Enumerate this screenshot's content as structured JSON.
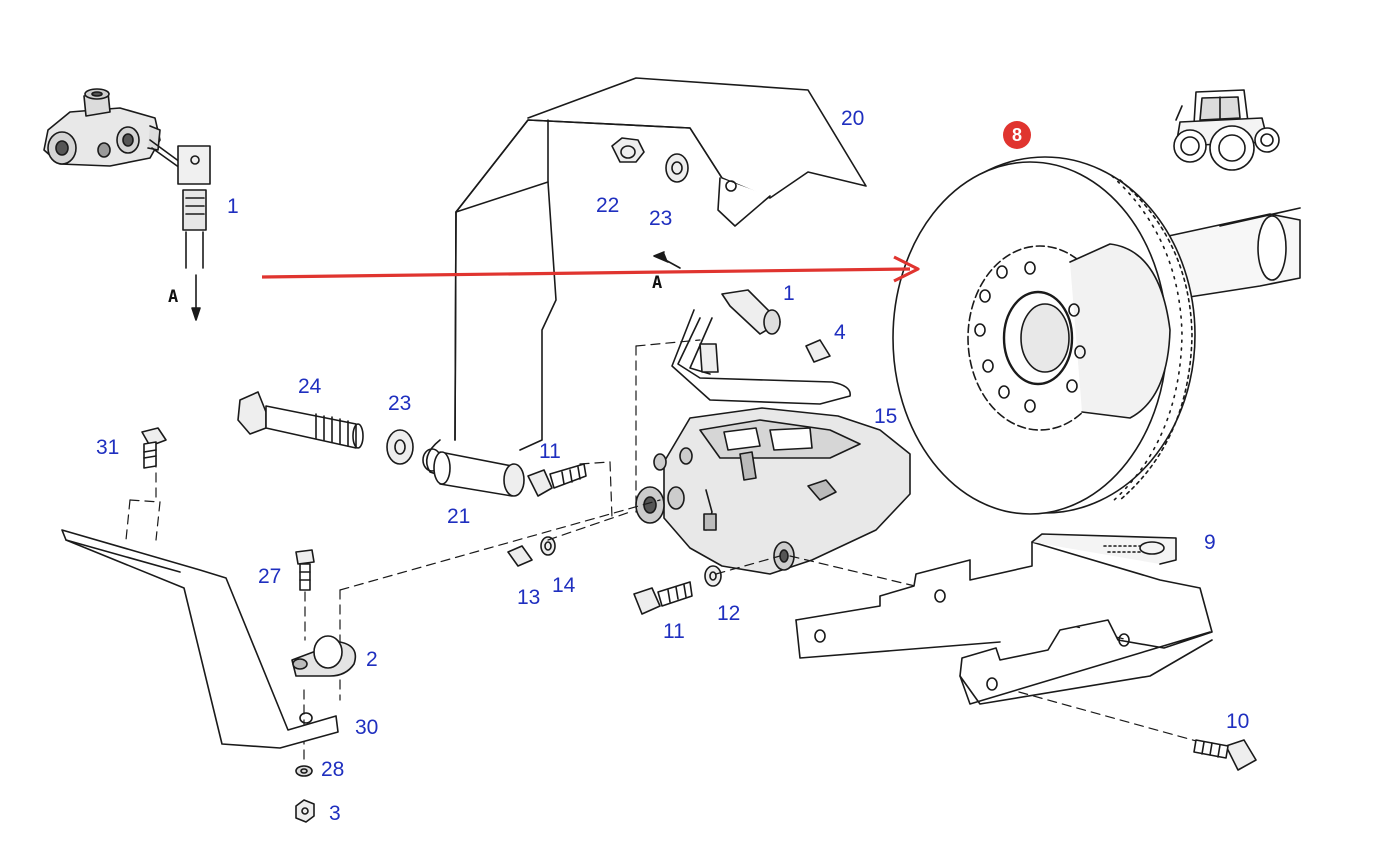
{
  "diagram": {
    "view_letter": "A",
    "highlight_color": "#e0342f",
    "label_color": "#1f2fbf",
    "highlighted_part": "8",
    "labels": {
      "p1_top": "1",
      "p1_mid": "1",
      "p2": "2",
      "p3": "3",
      "p4": "4",
      "p9": "9",
      "p10": "10",
      "p11_upper": "11",
      "p11_lower": "11",
      "p12": "12",
      "p13": "13",
      "p14": "14",
      "p15": "15",
      "p20": "20",
      "p21": "21",
      "p22": "22",
      "p23_top": "23",
      "p23_mid": "23",
      "p24": "24",
      "p27": "27",
      "p28": "28",
      "p30": "30",
      "p31": "31"
    },
    "icons": [
      "valve-fitting-icon",
      "tractor-icon",
      "brake-disc-icon",
      "caliper-icon"
    ]
  }
}
